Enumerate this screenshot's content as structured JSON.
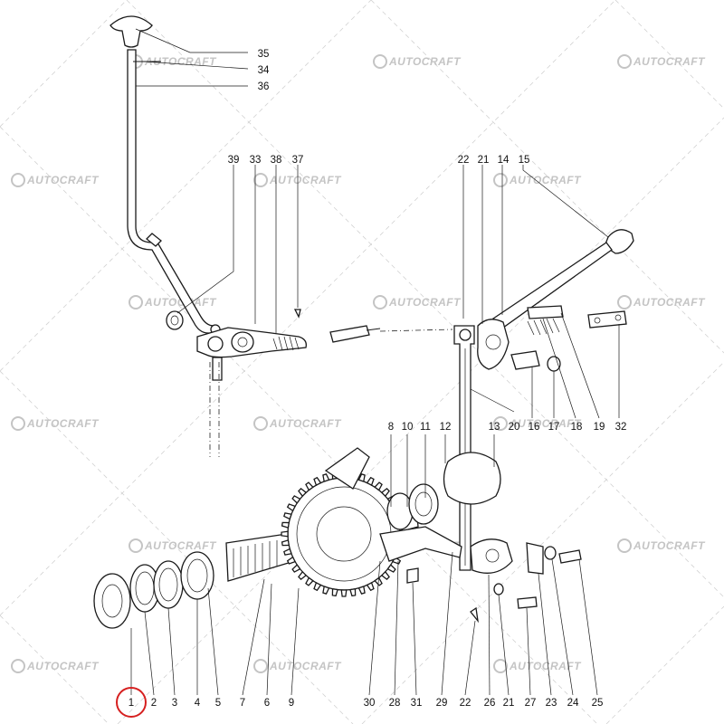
{
  "watermark": {
    "text": "AUTOCRAFT",
    "color": "#c4c4c4"
  },
  "highlight": {
    "part": "1",
    "color": "#d62020"
  },
  "callouts_top_left": [
    "35",
    "34",
    "36"
  ],
  "callouts_upper_left": [
    "39",
    "33",
    "38",
    "37"
  ],
  "callouts_upper_right": [
    "22",
    "21",
    "14",
    "15"
  ],
  "callouts_mid_right": [
    "20",
    "16",
    "17",
    "18",
    "19",
    "32"
  ],
  "callouts_mid": [
    "8",
    "10",
    "11",
    "12",
    "13"
  ],
  "callouts_bottom": [
    "1",
    "2",
    "3",
    "4",
    "5",
    "7",
    "6",
    "9",
    "30",
    "28",
    "31",
    "29",
    "22",
    "26",
    "21",
    "27",
    "23",
    "24",
    "25"
  ]
}
